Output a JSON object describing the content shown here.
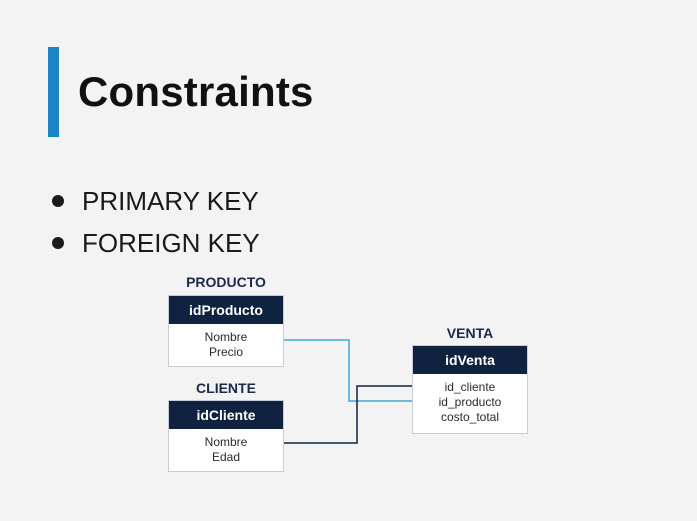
{
  "slide": {
    "title": "Constraints",
    "accent_color": "#1a84c7",
    "bullets": [
      {
        "label": "PRIMARY KEY"
      },
      {
        "label": "FOREIGN KEY"
      }
    ]
  },
  "diagram": {
    "producto": {
      "name": "PRODUCTO",
      "pk": "idProducto",
      "fields": [
        "Nombre",
        "Precio"
      ]
    },
    "cliente": {
      "name": "CLIENTE",
      "pk": "idCliente",
      "fields": [
        "Nombre",
        "Edad"
      ]
    },
    "venta": {
      "name": "VENTA",
      "pk": "idVenta",
      "fields": [
        "id_cliente",
        "id_producto",
        "costo_total"
      ]
    },
    "header_color": "#0f2340",
    "link_colors": {
      "producto": "#3fa9dc",
      "cliente": "#0f2340"
    }
  }
}
